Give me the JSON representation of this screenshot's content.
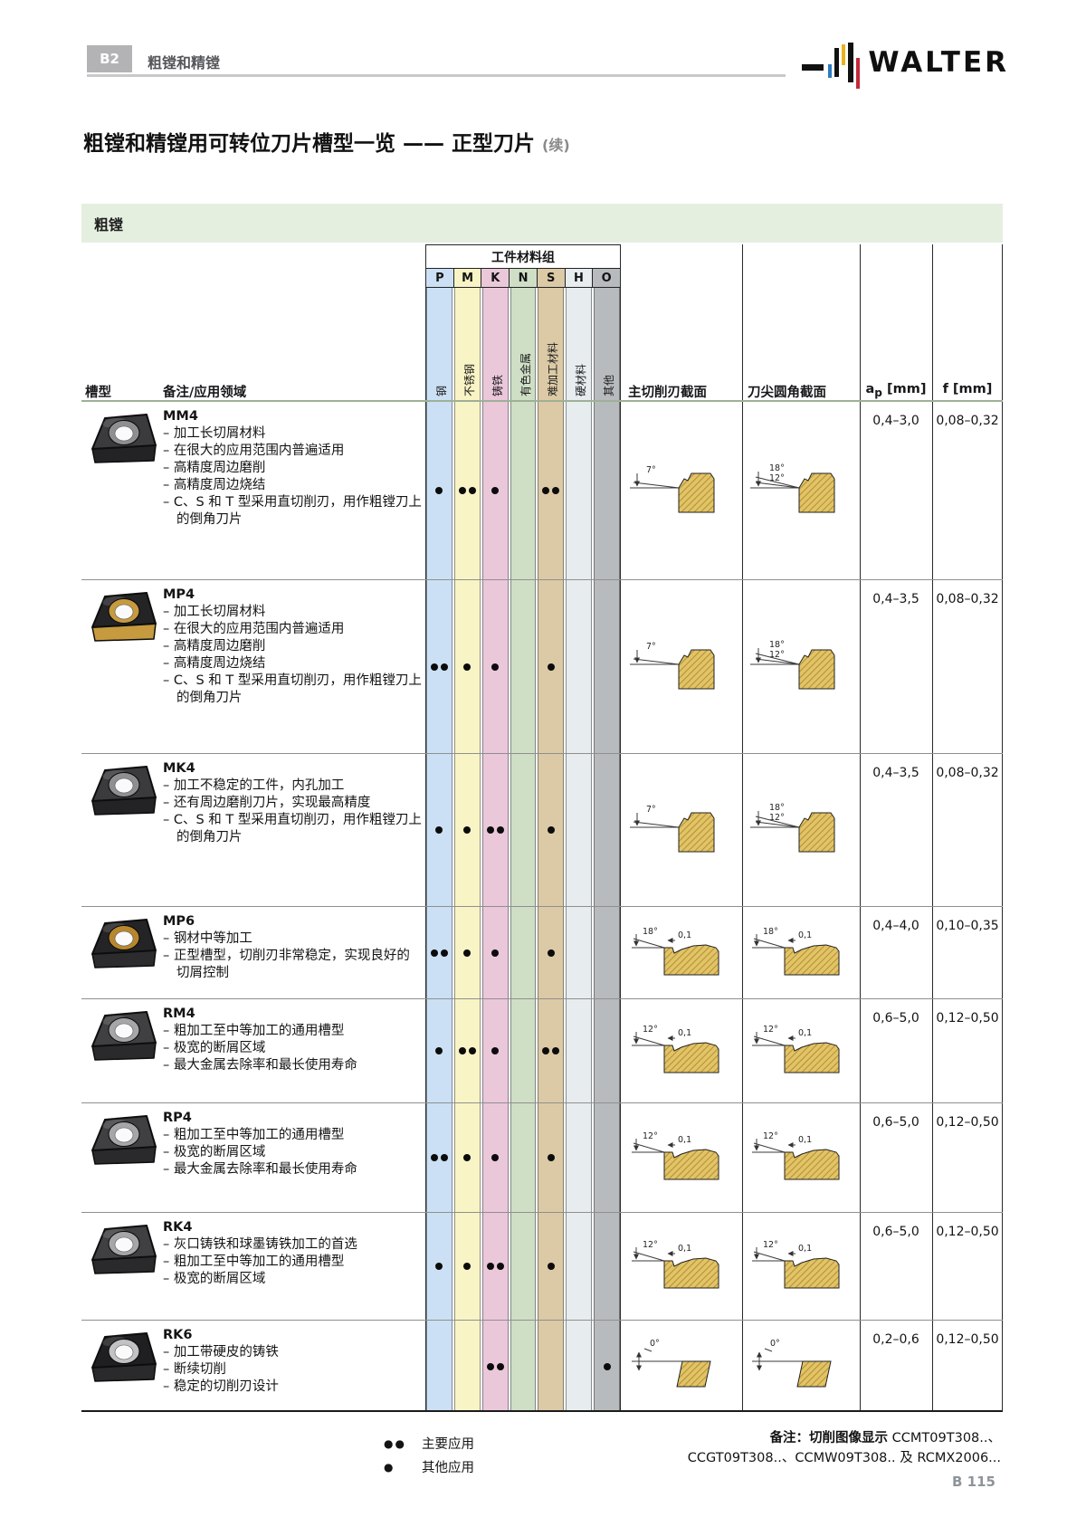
{
  "page": {
    "section_code": "B2",
    "section_title": "粗镗和精镗",
    "brand": "WALTER",
    "title": "粗镗和精镗用可转位刀片槽型一览 —— 正型刀片",
    "title_suffix": "(续)",
    "band_title": "粗镗",
    "page_number": "B 115"
  },
  "materials_header": "工件材料组",
  "materials": [
    {
      "code": "P",
      "label": "钢",
      "color": "#cbe0f4"
    },
    {
      "code": "M",
      "label": "不锈钢",
      "color": "#f9f4c5"
    },
    {
      "code": "K",
      "label": "铸铁",
      "color": "#ebc7da"
    },
    {
      "code": "N",
      "label": "有色金属",
      "color": "#cfdfc6"
    },
    {
      "code": "S",
      "label": "难加工材料",
      "color": "#dccaa6"
    },
    {
      "code": "H",
      "label": "硬材料",
      "color": "#e7ecee"
    },
    {
      "code": "O",
      "label": "其他",
      "color": "#b8bbbd"
    }
  ],
  "columns": {
    "groove": "槽型",
    "notes": "备注/应用领域",
    "main_section": "主切削刃截面",
    "nose_section": "刀尖圆角截面",
    "ap": {
      "base": "a",
      "sub": "p",
      "unit": " [mm]"
    },
    "f": "f [mm]"
  },
  "bullet_prefix": "– ",
  "rows": [
    {
      "name": "MM4",
      "bullets": [
        "加工长切屑材料",
        "在很大的应用范围内普遍适用",
        "高精度周边磨削",
        "高精度周边烧结",
        "C、S 和 T 型采用直切削刃，用作粗镗刀上的倒角刀片"
      ],
      "dots": [
        1,
        2,
        1,
        0,
        2,
        0,
        0
      ],
      "main": {
        "type": "step",
        "angles": [
          "7°"
        ]
      },
      "nose": {
        "type": "step",
        "angles": [
          "18°",
          "12°"
        ]
      },
      "ap": "0,4–3,0",
      "f": "0,08–0,32",
      "insert": {
        "body": "#3b3b3e",
        "side": "#232325",
        "ring": "#8f8f92"
      }
    },
    {
      "name": "MP4",
      "bullets": [
        "加工长切屑材料",
        "在很大的应用范围内普遍适用",
        "高精度周边磨削",
        "高精度周边烧结",
        "C、S 和 T 型采用直切削刃，用作粗镗刀上的倒角刀片"
      ],
      "dots": [
        2,
        1,
        1,
        0,
        1,
        0,
        0
      ],
      "main": {
        "type": "step",
        "angles": [
          "7°"
        ]
      },
      "nose": {
        "type": "step",
        "angles": [
          "18°",
          "12°"
        ]
      },
      "ap": "0,4–3,5",
      "f": "0,08–0,32",
      "insert": {
        "body": "#242426",
        "side": "#c69a3e",
        "ring": "#c69a3e"
      }
    },
    {
      "name": "MK4",
      "bullets": [
        "加工不稳定的工件，内孔加工",
        "还有周边磨削刀片，实现最高精度",
        "C、S 和 T 型采用直切削刃，用作粗镗刀上的倒角刀片"
      ],
      "dots": [
        1,
        1,
        2,
        0,
        1,
        0,
        0
      ],
      "main": {
        "type": "step",
        "angles": [
          "7°"
        ]
      },
      "nose": {
        "type": "step",
        "angles": [
          "18°",
          "12°"
        ]
      },
      "ap": "0,4–3,5",
      "f": "0,08–0,32",
      "insert": {
        "body": "#3b3b3e",
        "side": "#232325",
        "ring": "#8f8f92"
      }
    },
    {
      "name": "MP6",
      "bullets": [
        "钢材中等加工",
        "正型槽型，切削刃非常稳定，实现良好的切屑控制"
      ],
      "dots": [
        2,
        1,
        1,
        0,
        1,
        0,
        0
      ],
      "main": {
        "type": "chip",
        "angles": [
          "18°"
        ],
        "dim": "0,1"
      },
      "nose": {
        "type": "chip",
        "angles": [
          "18°"
        ],
        "dim": "0,1"
      },
      "ap": "0,4–4,0",
      "f": "0,10–0,35",
      "insert": {
        "body": "#242426",
        "side": "#2c2c2e",
        "ring": "#b8862f"
      }
    },
    {
      "name": "RM4",
      "bullets": [
        "粗加工至中等加工的通用槽型",
        "极宽的断屑区域",
        "最大金属去除率和最长使用寿命"
      ],
      "dots": [
        1,
        2,
        1,
        0,
        2,
        0,
        0
      ],
      "main": {
        "type": "chip",
        "angles": [
          "12°"
        ],
        "dim": "0,1"
      },
      "nose": {
        "type": "chip",
        "angles": [
          "12°"
        ],
        "dim": "0,1"
      },
      "ap": "0,6–5,0",
      "f": "0,12–0,50",
      "insert": {
        "body": "#404043",
        "side": "#2a2a2c",
        "ring": "#a6a6a9"
      }
    },
    {
      "name": "RP4",
      "bullets": [
        "粗加工至中等加工的通用槽型",
        "极宽的断屑区域",
        "最大金属去除率和最长使用寿命"
      ],
      "dots": [
        2,
        1,
        1,
        0,
        1,
        0,
        0
      ],
      "main": {
        "type": "chip",
        "angles": [
          "12°"
        ],
        "dim": "0,1"
      },
      "nose": {
        "type": "chip",
        "angles": [
          "12°"
        ],
        "dim": "0,1"
      },
      "ap": "0,6–5,0",
      "f": "0,12–0,50",
      "insert": {
        "body": "#404043",
        "side": "#2a2a2c",
        "ring": "#a6a6a9"
      }
    },
    {
      "name": "RK4",
      "bullets": [
        "灰口铸铁和球墨铸铁加工的首选",
        "粗加工至中等加工的通用槽型",
        "极宽的断屑区域"
      ],
      "dots": [
        1,
        1,
        2,
        0,
        1,
        0,
        0
      ],
      "main": {
        "type": "chip",
        "angles": [
          "12°"
        ],
        "dim": "0,1"
      },
      "nose": {
        "type": "chip",
        "angles": [
          "12°"
        ],
        "dim": "0,1"
      },
      "ap": "0,6–5,0",
      "f": "0,12–0,50",
      "insert": {
        "body": "#404043",
        "side": "#2a2a2c",
        "ring": "#a6a6a9"
      }
    },
    {
      "name": "RK6",
      "bullets": [
        "加工带硬皮的铸铁",
        "断续切削",
        "稳定的切削刃设计"
      ],
      "dots": [
        0,
        0,
        2,
        0,
        0,
        0,
        1
      ],
      "main": {
        "type": "flat",
        "angles": [
          "0°"
        ]
      },
      "nose": {
        "type": "flat",
        "angles": [
          "0°"
        ]
      },
      "ap": "0,2–0,6",
      "f": "0,12–0,50",
      "insert": {
        "body": "#1f1f21",
        "side": "#2a2a2c",
        "ring": "#c2c2c5"
      }
    }
  ],
  "legend": [
    {
      "dots": "●●",
      "label": "主要应用"
    },
    {
      "dots": "●",
      "label": "其他应用"
    }
  ],
  "note": {
    "bold": "备注：切削图像显示",
    "line1": "CCMT09T308..、",
    "line2": "CCGT09T308..、CCMW09T308.. 及 RCMX2006..."
  }
}
